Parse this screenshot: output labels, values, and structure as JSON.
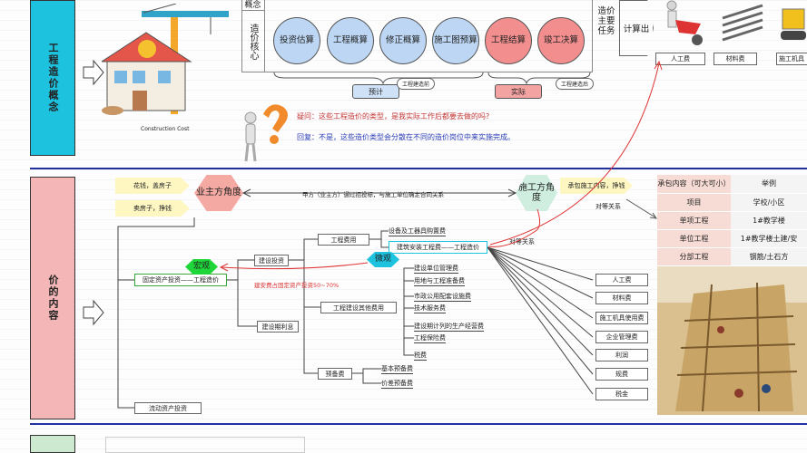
{
  "section1": {
    "label": "工程造价概念",
    "image_caption": "Construction Cost",
    "row_top": "概念",
    "row_left": "造价核心",
    "bubbles": [
      {
        "label": "投资估算",
        "color": "#bcd6f3"
      },
      {
        "label": "工程概算",
        "color": "#bcd6f3"
      },
      {
        "label": "修正概算",
        "color": "#bcd6f3"
      },
      {
        "label": "施工图预算",
        "color": "#bcd6f3"
      },
      {
        "label": "工程结算",
        "color": "#f28e8e"
      },
      {
        "label": "竣工决算",
        "color": "#f28e8e"
      }
    ],
    "bracket_plan": "预计",
    "bracket_actual": "实际",
    "tag1": "工程建造前",
    "tag2": "工程建造后",
    "question": "疑问：这些工程造价的类型，是我实际工作后都要去做的吗?",
    "answer": "回复：不是，这些造价类型会分散在不同的造价岗位中来实施完成。",
    "task_label": "造价主要任务",
    "calc_label": "计算出",
    "resources": [
      "人工费",
      "材料费",
      "施工机具"
    ]
  },
  "section2": {
    "label": "价的内容",
    "notes_left": [
      "花钱，盖房子",
      "卖房子，挣钱"
    ],
    "owner_view": "业主方角度",
    "contractor_view": "施工方角度",
    "contract_text": "甲方（业主方）通过招投标，与施工单位确定合同关系",
    "contractor_note": "承包施工内容，挣钱",
    "equal_rel": "对等关系",
    "macro": "宏观",
    "micro": "微观",
    "root": "固定资产投资——工程造价",
    "build_cost": "建设投资",
    "interest": "建设期利息",
    "working_capital": "流动资产投资",
    "pct_note": "建安费占固定资产投资50~70%",
    "eng_fee": "工程费用",
    "equip": "设备及工器具购置费",
    "install": "建筑安装工程费——工程造价",
    "other": "工程建设其他费用",
    "other_items": [
      "建设单位管理费",
      "用地与工程准备费",
      "市政公用配套设施费",
      "技术服务费",
      "建设期计列的生产经营费",
      "工程保险费",
      "税费"
    ],
    "reserve": "预备费",
    "reserve_items": [
      "基本预备费",
      "价差预备费"
    ],
    "cost_items": [
      "人工费",
      "材料费",
      "施工机具使用费",
      "企业管理费",
      "利润",
      "规费",
      "税金"
    ],
    "table": [
      [
        "承包内容（可大可小）",
        "举例"
      ],
      [
        "项目",
        "学校/小区"
      ],
      [
        "单项工程",
        "1#教学楼"
      ],
      [
        "单位工程",
        "1#教学楼土建/安"
      ],
      [
        "分部工程",
        "钢筋/土石方"
      ]
    ]
  }
}
